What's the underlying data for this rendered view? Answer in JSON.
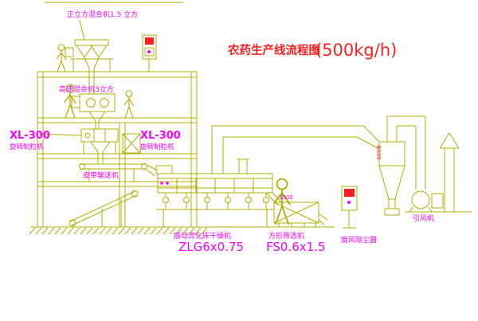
{
  "title": {
    "name": "农药生产线流程图",
    "capacity": "(500kg/h)"
  },
  "labels": {
    "cube_mixer": "正立方混合机1.5 立方",
    "high_speed_mixer": "高速混合机3立方",
    "granulator_left_model": "XL-300",
    "granulator_left_type": "旋转制粒机",
    "granulator_mid_model": "XL-300",
    "granulator_mid_type": "旋转制粒机",
    "belt_conveyor": "皮带输送机",
    "dryer_name": "振动流化床干燥机",
    "dryer_model": "ZLG6x0.75",
    "sieve_name": "方形筛选机",
    "sieve_model": "FS0.6x1.5",
    "cyclone": "旋风除尘器",
    "fan": "引风机",
    "sieve_dim": "1500",
    "cyclone_dia": "Φ600"
  },
  "colors": {
    "line": "#b0b000",
    "magenta": "#ff00ff",
    "red": "#ff1f1f",
    "background": "#ffffff"
  }
}
